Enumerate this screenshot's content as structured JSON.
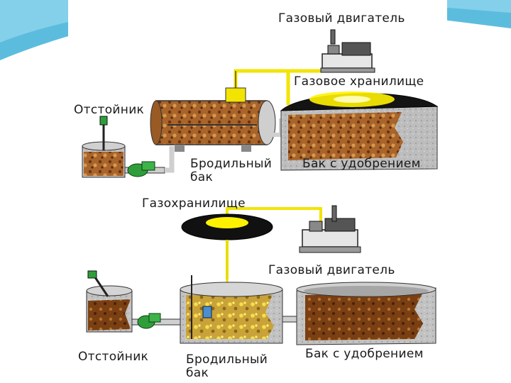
{
  "top_diagram": {
    "labels": {
      "gas_engine": "Газовый двигатель",
      "gas_storage": "Газовое хранилище",
      "settling_tank": "Отстойник",
      "fermentation_tank_line1": "Бродильный",
      "fermentation_tank_line2": "бак",
      "fertilizer_tank": "Бак с удобрением"
    }
  },
  "bottom_diagram": {
    "labels": {
      "gas_holder": "Газохранилище",
      "gas_engine": "Газовый двигатель",
      "settling_tank": "Отстойник",
      "fermentation_tank_line1": "Бродильный",
      "fermentation_tank_line2": "бак",
      "fertilizer_tank": "Бак с удобрением"
    }
  },
  "colors": {
    "gas_pipe": "#f2e400",
    "gas_yellow": "#fff200",
    "dark_cover": "#111111",
    "slurry_brown": "#7a3f12",
    "slurry_light": "#c98a3a",
    "concrete_gray": "#b8b8b8",
    "pump_green": "#2f9e3a",
    "swoosh_blue": "#3fb0d8"
  }
}
